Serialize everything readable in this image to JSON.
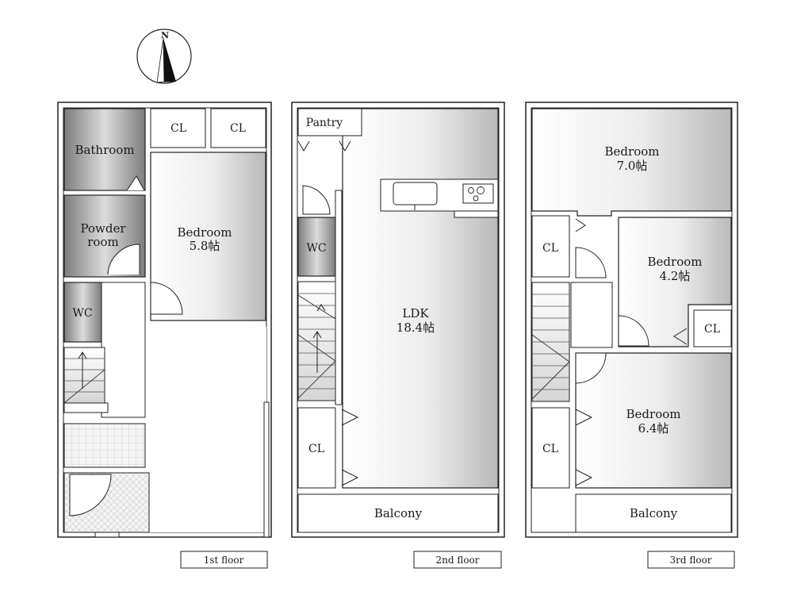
{
  "compass": {
    "north_label": "N",
    "icon": "north-arrow-icon"
  },
  "floors": {
    "first": {
      "label": "1st floor",
      "rooms": {
        "bathroom": "Bathroom",
        "powder_line1": "Powder",
        "powder_line2": "room",
        "wc": "WC",
        "cl_a": "CL",
        "cl_b": "CL",
        "bedroom": "Bedroom",
        "bedroom_size": "5.8帖"
      }
    },
    "second": {
      "label": "2nd floor",
      "rooms": {
        "pantry": "Pantry",
        "wc": "WC",
        "ldk": "LDK",
        "ldk_size": "18.4帖",
        "cl": "CL",
        "balcony": "Balcony"
      }
    },
    "third": {
      "label": "3rd floor",
      "rooms": {
        "bedroom_a": "Bedroom",
        "bedroom_a_size": "7.0帖",
        "cl_a": "CL",
        "bedroom_b": "Bedroom",
        "bedroom_b_size": "4.2帖",
        "cl_b": "CL",
        "bedroom_c": "Bedroom",
        "bedroom_c_size": "6.4帖",
        "cl_c": "CL",
        "balcony": "Balcony"
      }
    }
  },
  "colors": {
    "wall": "#222222",
    "room_light": "#ffffff",
    "room_dark": "#bdbdbd",
    "wet_area_dark": "#8c8c8c"
  }
}
